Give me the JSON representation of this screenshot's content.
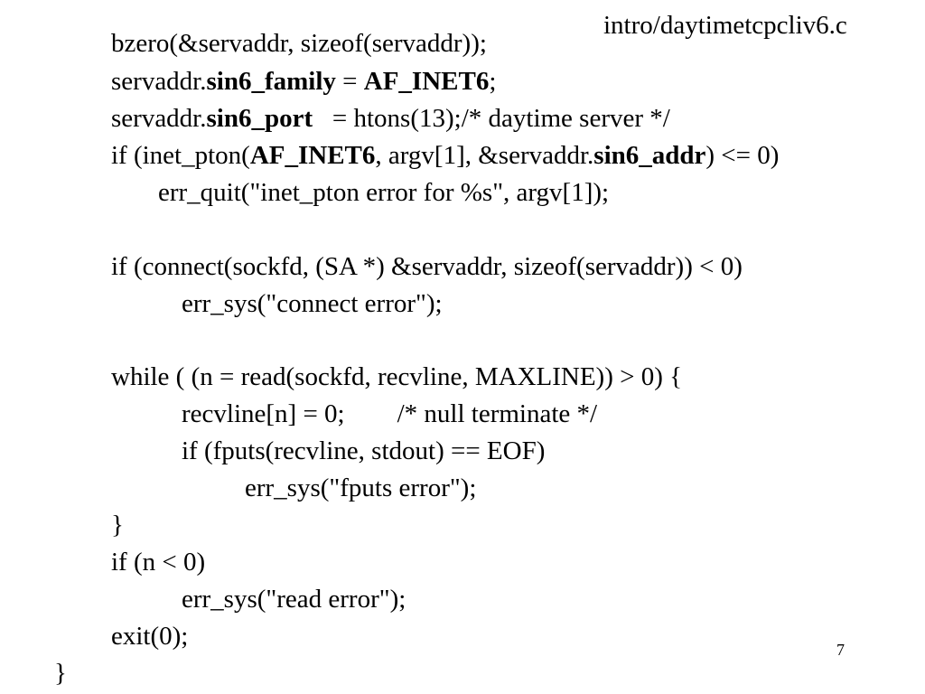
{
  "header": {
    "filename": "intro/daytimetcpcliv6.c"
  },
  "code": {
    "l1": "bzero(&servaddr, sizeof(servaddr));",
    "l2": {
      "a": "servaddr.",
      "b": "sin6_family",
      "c": " = ",
      "d": "AF_INET6",
      "e": ";"
    },
    "l3": {
      "a": "servaddr.",
      "b": "sin6_port",
      "c": "   = htons(13);/* daytime server */"
    },
    "l4": {
      "a": "if (inet_pton(",
      "b": "AF_INET6",
      "c": ", argv[1], &servaddr.",
      "d": "sin6_addr",
      "e": ") <= 0)"
    },
    "l5": "err_quit(\"inet_pton error for %s\", argv[1]);",
    "l6": "if (connect(sockfd, (SA *) &servaddr, sizeof(servaddr)) < 0)",
    "l7": "err_sys(\"connect error\");",
    "l8": "while ( (n = read(sockfd, recvline, MAXLINE)) > 0) {",
    "l9": "recvline[n] = 0;        /* null terminate */",
    "l10": "if (fputs(recvline, stdout) == EOF)",
    "l11": "err_sys(\"fputs error\");",
    "l12": "}",
    "l13": "if (n < 0)",
    "l14": "err_sys(\"read error\");",
    "l15": "exit(0);",
    "l16": "}"
  },
  "footer": {
    "page_number": "7"
  }
}
